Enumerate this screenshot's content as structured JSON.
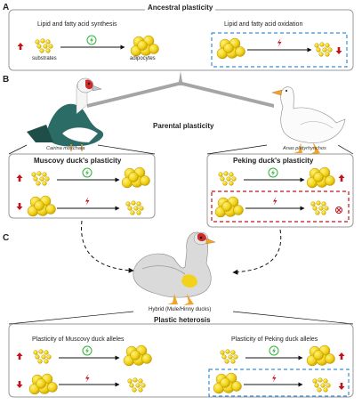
{
  "panels": {
    "a": {
      "letter": "A",
      "title": "Ancestral plasticity",
      "synthesis_label": "Lipid and fatty acid synthesis",
      "oxidation_label": "Lipid and fatty acid oxidation",
      "substrates_label": "substrates",
      "adipocytes_label": "adipocytes"
    },
    "b": {
      "letter": "B",
      "title": "Parental plasticity",
      "muscovy_species": "Cairina moschata",
      "peking_species": "Anas platyrhynchos",
      "muscovy_box_title": "Muscovy duck's plasticity",
      "peking_box_title": "Peking duck's plasticity"
    },
    "c": {
      "letter": "C",
      "hybrid_label": "Hybrid (Mule/Hinny ducks)",
      "title": "Plastic heterosis",
      "muscovy_alleles_title": "Plasticity of Muscovy duck alleles",
      "peking_alleles_title": "Plasticity of Peking duck alleles"
    }
  },
  "colors": {
    "fat_yellow": "#f2d21a",
    "arrow_red": "#c0141b",
    "energy_green": "#2fb33a",
    "dashed_blue": "#3a8fd6",
    "dashed_red": "#c0141b",
    "box_border": "#9a9a9a",
    "connector_gray": "#a5a5a5"
  }
}
